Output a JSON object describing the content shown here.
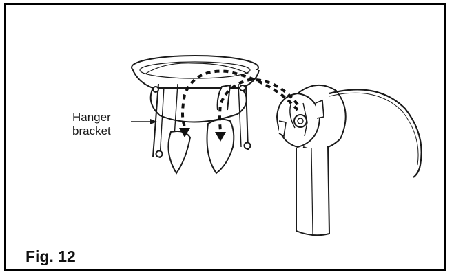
{
  "diagram": {
    "callout": {
      "line1": "Hanger",
      "line2": "bracket"
    },
    "caption": "Fig. 12"
  },
  "colors": {
    "ink": "#1a1a1a",
    "paper": "#ffffff",
    "frame": "#000000"
  }
}
